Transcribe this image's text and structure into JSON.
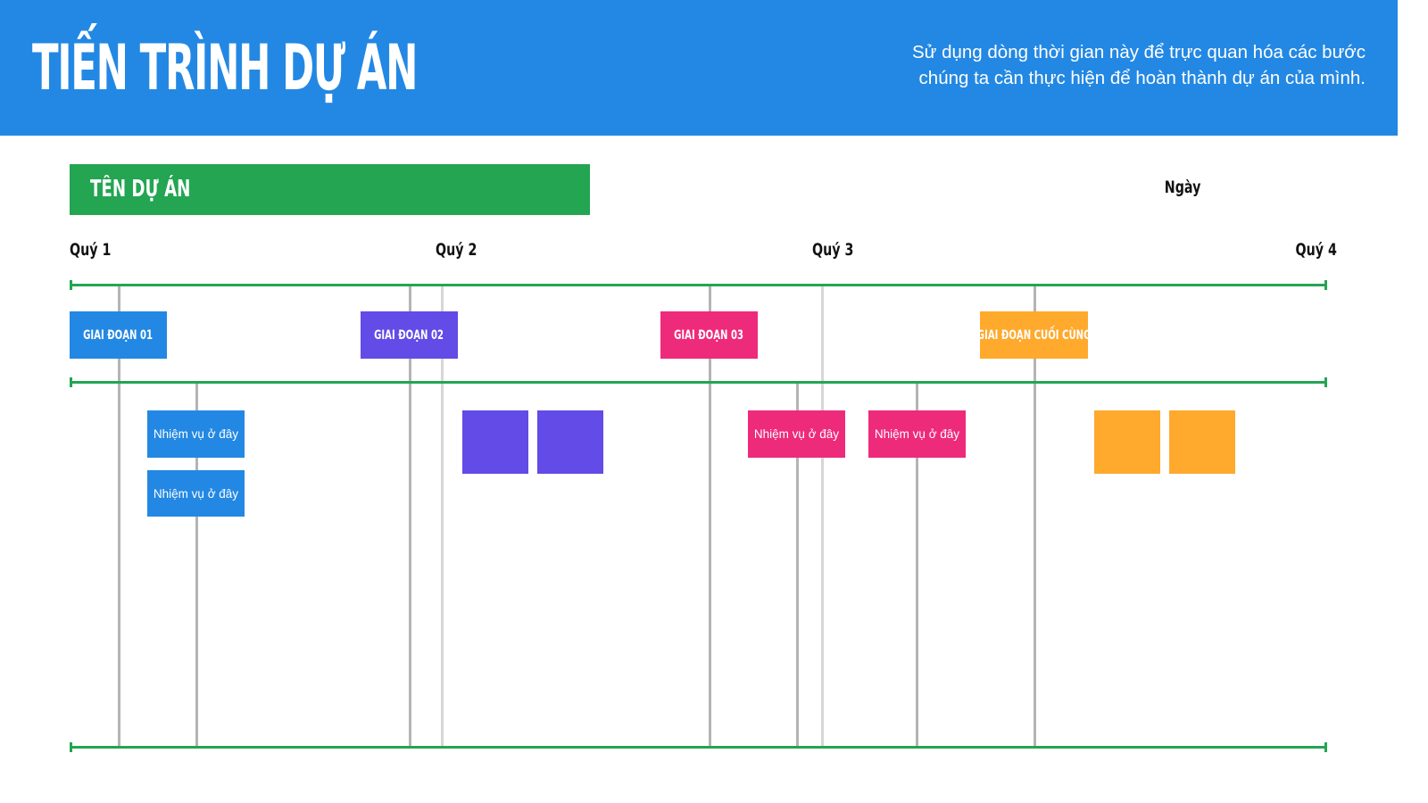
{
  "header": {
    "title": "TIẾN TRÌNH DỰ ÁN",
    "subtitle": "Sử dụng dòng thời gian này để trực quan hóa các bước chúng ta cần thực hiện để hoàn thành dự án của mình."
  },
  "project": {
    "name": "TÊN DỰ ÁN",
    "date_label": "Ngày"
  },
  "quarters": [
    "Quý 1",
    "Quý 2",
    "Quý 3",
    "Quý 4"
  ],
  "phases": [
    {
      "label": "GIAI ĐOẠN 01",
      "color": "#2388e3"
    },
    {
      "label": "GIAI ĐOẠN 02",
      "color": "#624be6"
    },
    {
      "label": "GIAI ĐOẠN 03",
      "color": "#ee2a7b"
    },
    {
      "label": "GIAI ĐOẠN CUỐI CÙNG",
      "color": "#ffa92d"
    }
  ],
  "tasks": {
    "phase1": [
      "Nhiệm vụ ở đây",
      "Nhiệm vụ ở đây"
    ],
    "phase3": [
      "Nhiệm vụ ở đây",
      "Nhiệm vụ ở đây"
    ]
  },
  "colors": {
    "header": "#2388e3",
    "project_bar": "#23a552",
    "timeline": "#23a552",
    "guide": "#b4b4b4"
  }
}
